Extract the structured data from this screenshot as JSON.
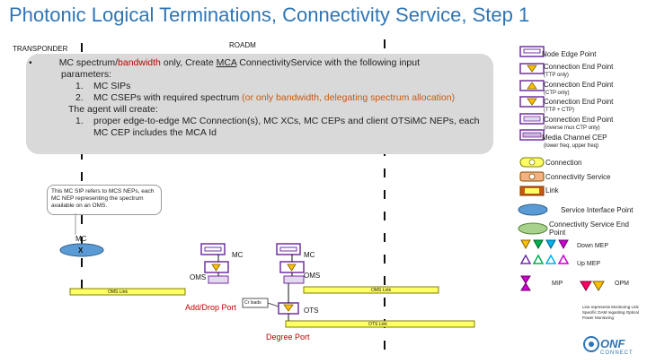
{
  "title": "Photonic Logical Terminations, Connectivity Service, Step 1",
  "header": {
    "transponder": "TRANSPONDER",
    "roadm": "ROADM"
  },
  "note": {
    "bullet": "•",
    "line1_pre": "MC spectrum/",
    "line1_red": "bandwidth",
    "line1_post": " only, Create ",
    "line1_mca": "MCA",
    "line1_end": " ConnectivityService with the following input",
    "line2": "parameters:",
    "item1_num": "1.",
    "item1": "MC SIPs",
    "item2_num": "2.",
    "item2_pre": "MC CSEPs with required spectrum ",
    "item2_orange": "(or only bandwidth, delegating spectrum allocation)",
    "line5": "The agent will create:",
    "item3_num": "1.",
    "item3": "proper edge-to-edge MC Connection(s), MC XCs, MC CEPs and client OTSiMC NEPs, each",
    "line7": "MC CEP includes the MCA Id"
  },
  "callout": "This MC SIP refers to MCS NEPs, each MC NEP representing the spectrum available on an OMS.",
  "diagram": {
    "mc_left": "MC",
    "mc_x": "X",
    "mc_mid": "MC",
    "mc_right": "MC",
    "oms_mid": "OMS",
    "oms_right": "OMS",
    "oms_lower": "OTS",
    "oms_link_left": "OMS Link",
    "oms_link_right": "OMS Link",
    "ots_link": "OTS Link",
    "cross_label": "Cr loads",
    "add_drop_port": "Add/Drop Port",
    "degree_port": "Degree Port"
  },
  "legend": {
    "node_edge_point": "Node Edge Point",
    "cep1": "Connection End Point",
    "cep1_sub": "(TTP only)",
    "cep2": "Connection End Point",
    "cep2_sub": "(CTP only)",
    "cep3": "Connection End Point",
    "cep3_sub": "(TTP + CTP)",
    "cep4": "Connection End Point",
    "cep4_sub": "(inverse mux CTP only)",
    "mcep": "Media Channel CEP",
    "mcep_sub": "(lower freq, upper freq)",
    "connection": "Connection",
    "connectivity_service": "Connectivity Service",
    "link": "Link",
    "sip": "Service Interface Point",
    "cs_end_point": "Connectivity Service End Point",
    "down_mep": "Down MEP",
    "up_mep": "Up MEP",
    "mip": "MIP",
    "opm": "OPM",
    "footnote": "Line represents Monitoring Link Specific OAM regarding Optical Power Monitoring",
    "logo_onf": "ONF",
    "logo_connect": "CONNECT"
  },
  "colors": {
    "title": "#2e75b6",
    "note_bg": "#d9d9d9",
    "sip": "#5b9bd5",
    "link_yellow": "#ffff66",
    "cs_orange": "#f4b183",
    "cs_end_green": "#a9d18e",
    "tri_orange": "#ffc000",
    "mip_magenta": "#cc00cc"
  }
}
